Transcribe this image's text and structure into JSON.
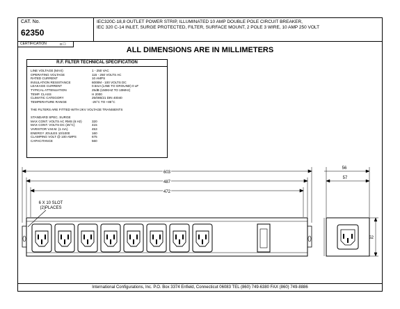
{
  "header": {
    "cat_label": "CAT. No.",
    "cat_number": "62350",
    "description_line1": "IEC320C-18,8 OUTLET POWER STRIP, ILLUMINATED 10 AMP DOUBLE POLE CIRCUIT BREAKER,",
    "description_line2": "IEC 320 C-14 INLET, SURGE PROTECTED, FILTER, SURFACE MOUNT, 2 POLE 3 WIRE, 10 AMP 250 VOLT",
    "certification_label": "CERTIFICATION",
    "certification_value": "ɑ ☐"
  },
  "title": "ALL DIMENSIONS ARE IN MILLIMETERS",
  "spec_table": {
    "heading": "R.F. FILTER TECHNICAL SPECIFICATION",
    "rows": [
      {
        "key": "LINE VOLTAGE (MAX)",
        "value": "1 - 250 VAC"
      },
      {
        "key": "OPERATING VOLTAGE",
        "value": "115 - 250 VOLTS AC"
      },
      {
        "key": "RATED CURRENT",
        "value": "10 AMPS"
      },
      {
        "key": "INSULATION RESISTANCE",
        "value": "6000M - 100 VOLTS DC"
      },
      {
        "key": "LEAKAGE CURRENT",
        "value": "0.5mA (LINE TO GROUND) 0 uF"
      },
      {
        "key": "TYPICAL ATTENUATION",
        "value": "25dB (150KHZ TO 10MHz)"
      },
      {
        "key": "TEMP. CLASS",
        "value": "H 2000"
      },
      {
        "key": "CLIMATIC CATEGORY",
        "value": "25/085/21 DIN 40040"
      },
      {
        "key": "TEMPERATURE RANGE",
        "value": "-25°C TO +85°C"
      }
    ],
    "transient_note": "THE FILTERS ARE FITTED WITH 2KV VOLTAGE TRANSIENTS",
    "surge_heading": "STANDARD SPEC. SURGE",
    "surge_rows": [
      {
        "key": "MAX CONT. VOLTS AC RMS (6 Hz)",
        "value": "320"
      },
      {
        "key": "MAX CONT. VOLTS DC (25°C)",
        "value": "415"
      },
      {
        "key": "VARISTOR V.M.M. (1 mA)",
        "value": "453"
      },
      {
        "key": "ENERGY JOULES 10/1000",
        "value": "160"
      },
      {
        "key": "CLAMPING VOLT @ 100 AMPS",
        "value": "675"
      },
      {
        "key": "CAPACITANCE",
        "value": "560"
      }
    ]
  },
  "dimensions": {
    "overall": "603",
    "mid": "487",
    "inner": "472",
    "side_top": "56",
    "side_mid": "57",
    "height": "52",
    "slot_note_line1": "6 X 10 SLOT",
    "slot_note_line2": "(2)PLACES"
  },
  "outlet_count": 8,
  "footer": "International Configurations, Inc.  P.O. Box 3374  Enfield, Connecticut 06083 TEL (860) 749-6380  FAX (860) 749-8886"
}
